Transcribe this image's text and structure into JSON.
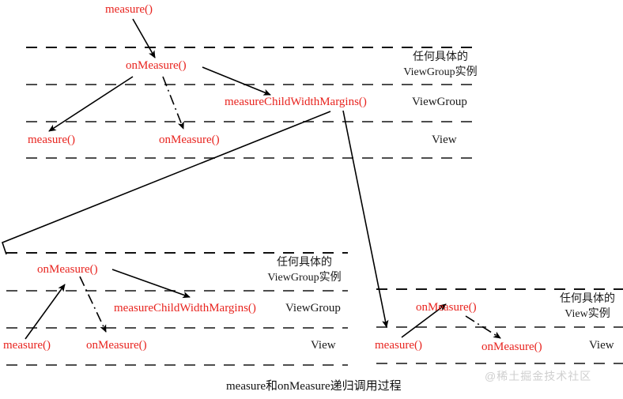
{
  "diagram": {
    "caption": "measure和onMeasure递归调用过程",
    "watermark": "@稀土掘金技术社区",
    "colors": {
      "code_text": "#e8241f",
      "layer_text": "#1a1a1a",
      "line": "#000000",
      "dashed_rule": "#4d4d4d",
      "background": "#ffffff",
      "watermark": "#cfcfcf"
    }
  },
  "top_section": {
    "entry_call": "measure()",
    "vg_onmeasure": "onMeasure()",
    "measure_child": "measureChildWidthMargins()",
    "child_measure": "measure()",
    "child_onmeasure": "onMeasure()",
    "zone_label_line1": "任何具体的",
    "zone_label_line2": "ViewGroup实例",
    "layer_viewgroup": "ViewGroup",
    "layer_view": "View"
  },
  "bottom_left_section": {
    "vg_onmeasure": "onMeasure()",
    "measure_child": "measureChildWidthMargins()",
    "child_measure": "measure()",
    "child_onmeasure": "onMeasure()",
    "zone_label_line1": "任何具体的",
    "zone_label_line2": "ViewGroup实例",
    "layer_viewgroup": "ViewGroup",
    "layer_view": "View"
  },
  "bottom_right_section": {
    "view_onmeasure": "onMeasure()",
    "view_measure": "measure()",
    "child_onmeasure": "onMeasure()",
    "zone_label_line1": "任何具体的",
    "zone_label_line2": "View实例",
    "layer_view": "View"
  }
}
